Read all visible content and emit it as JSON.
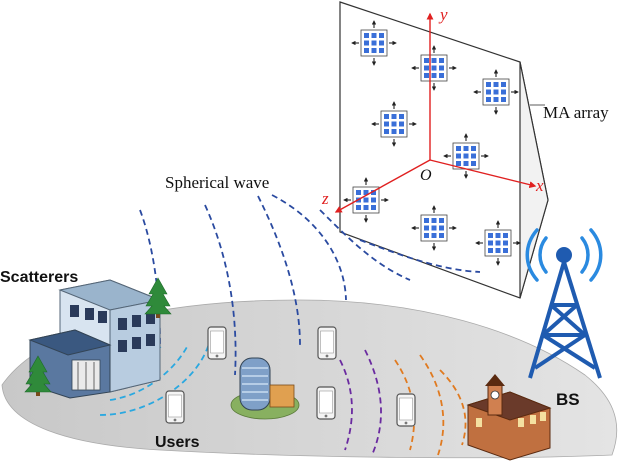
{
  "labels": {
    "ma_array": "MA array",
    "spherical_wave": "Spherical wave",
    "scatterers": "Scatterers",
    "users": "Users",
    "bs": "BS"
  },
  "axes": {
    "x": "x",
    "y": "y",
    "z": "z",
    "origin": "O"
  },
  "icons": [
    "antenna-element-icon",
    "building-icon",
    "tree-icon",
    "phone-icon",
    "tower-icon",
    "clock-building-icon"
  ],
  "colors": {
    "axis": "#e02020",
    "antenna": "#3a6fd8",
    "tower": "#1f5bb0",
    "wave_blue": "#2a4aa0",
    "wave_cyan": "#2aa8e0",
    "wave_purple": "#6a2aa0",
    "wave_orange": "#e07a20",
    "ground": "#d4d4d4"
  }
}
